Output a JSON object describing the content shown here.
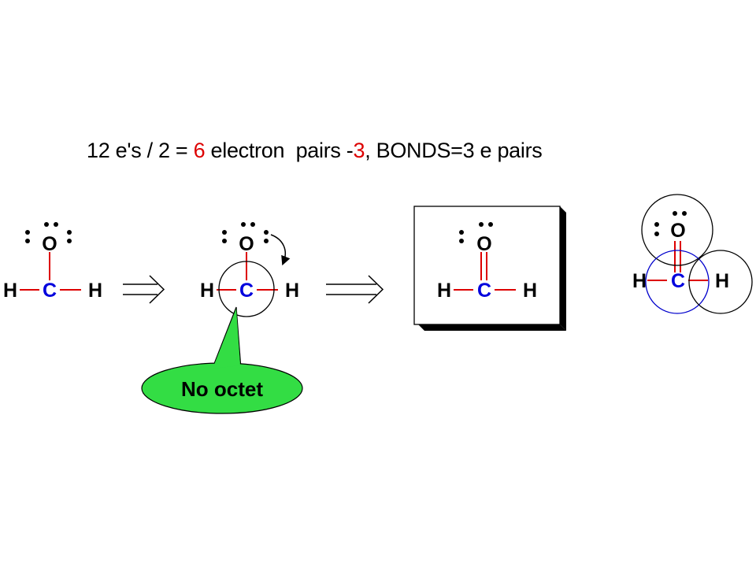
{
  "title": {
    "part1": "12 e's / 2 = ",
    "part2": "6",
    "part3": " electron  pairs -",
    "part4": "3",
    "part5": ", BONDS=3 e pairs"
  },
  "atoms": {
    "oxygen": "O",
    "carbon": "C",
    "hydrogen": "H"
  },
  "callout": {
    "label": "No octet"
  },
  "colors": {
    "text": "#000000",
    "highlight": "#dd0000",
    "bond": "#dd0000",
    "carbon": "#0000dd",
    "callout_fill": "#33dd44",
    "carbon_circle": "#0000cc"
  }
}
